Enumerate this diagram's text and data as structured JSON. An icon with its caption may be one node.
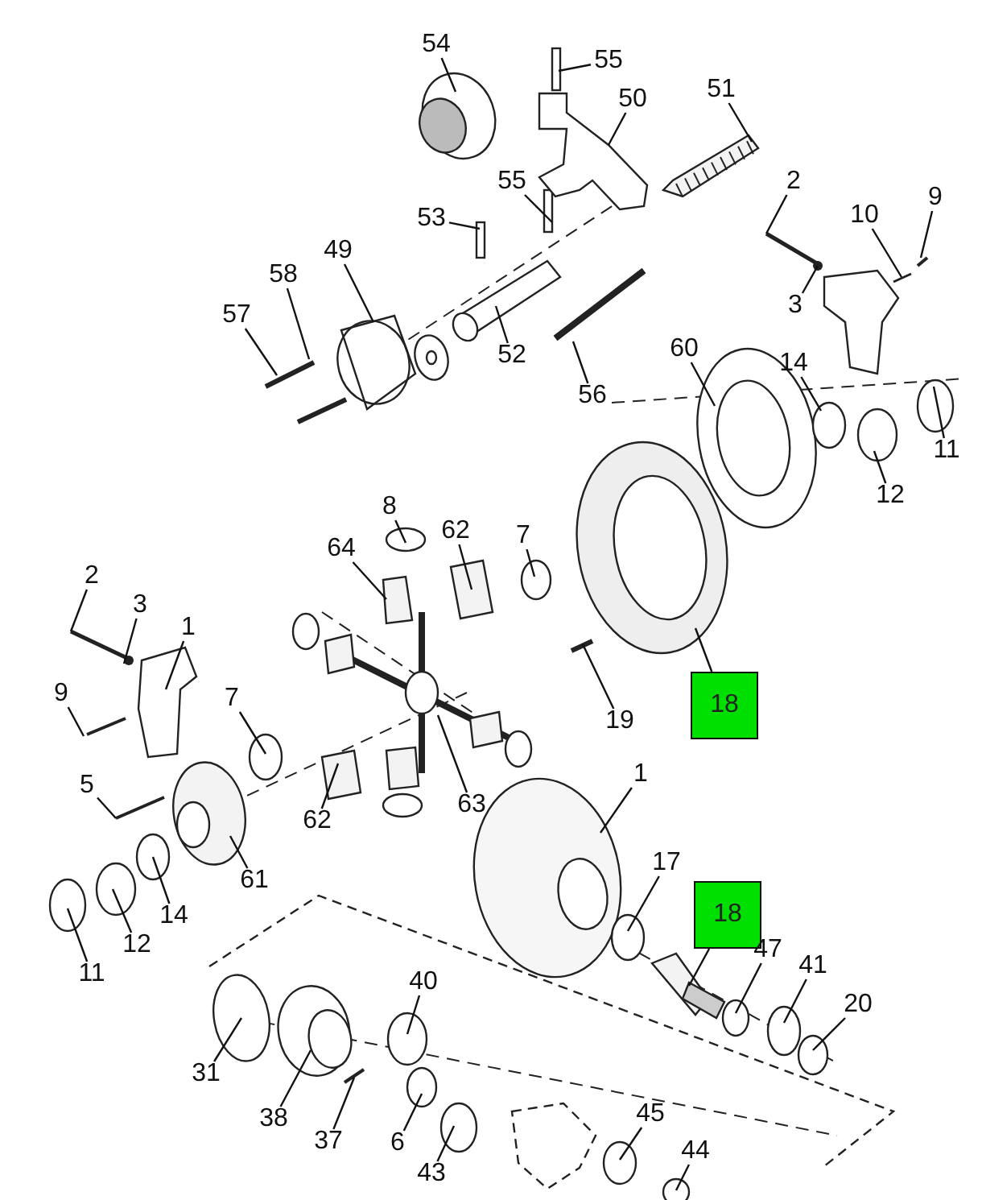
{
  "diagram": {
    "nodes": [
      {
        "text": [
          "54"
        ]
      },
      {
        "text": [
          "55"
        ]
      },
      {
        "text": [
          "51"
        ]
      },
      {
        "text": [
          "50"
        ]
      },
      {
        "text": [
          "2"
        ]
      },
      {
        "text": [
          "55"
        ]
      },
      {
        "text": [
          "9"
        ]
      },
      {
        "text": [
          "10"
        ]
      },
      {
        "text": [
          "53"
        ]
      },
      {
        "text": [
          "49"
        ]
      },
      {
        "text": [
          "58"
        ]
      },
      {
        "text": [
          "3"
        ]
      },
      {
        "text": [
          "57"
        ]
      },
      {
        "text": [
          "60"
        ]
      },
      {
        "text": [
          "52"
        ]
      },
      {
        "text": [
          "14"
        ]
      },
      {
        "text": [
          "56"
        ]
      },
      {
        "text": [
          "11"
        ]
      },
      {
        "text": [
          "12"
        ]
      },
      {
        "text": [
          "8"
        ]
      },
      {
        "text": [
          "62"
        ]
      },
      {
        "text": [
          "7"
        ]
      },
      {
        "text": [
          "64"
        ]
      },
      {
        "text": [
          "2"
        ]
      },
      {
        "text": [
          "3"
        ]
      },
      {
        "text": [
          "1"
        ]
      },
      {
        "text": [
          "18"
        ]
      },
      {
        "text": [
          "9"
        ]
      },
      {
        "text": [
          "7"
        ]
      },
      {
        "text": [
          "19"
        ]
      },
      {
        "text": [
          "5"
        ]
      },
      {
        "text": [
          "1"
        ]
      },
      {
        "text": [
          "63"
        ]
      },
      {
        "text": [
          "62"
        ]
      },
      {
        "text": [
          "17"
        ]
      },
      {
        "text": [
          "61"
        ]
      },
      {
        "text": [
          "18"
        ]
      },
      {
        "text": [
          "14"
        ]
      },
      {
        "text": [
          "12"
        ]
      },
      {
        "text": [
          "47"
        ]
      },
      {
        "text": [
          "11"
        ]
      },
      {
        "text": [
          "41"
        ]
      },
      {
        "text": [
          "40"
        ]
      },
      {
        "text": [
          "20"
        ]
      },
      {
        "text": [
          "31"
        ]
      },
      {
        "text": [
          "45"
        ]
      },
      {
        "text": [
          "38"
        ]
      },
      {
        "text": [
          "37"
        ]
      },
      {
        "text": [
          "6"
        ]
      },
      {
        "text": [
          "44"
        ]
      },
      {
        "text": [
          "43"
        ]
      }
    ],
    "edges": [
      {
        "from": 0,
        "to": null,
        "arrow": "none"
      },
      {
        "from": 1,
        "to": null,
        "arrow": "none"
      },
      {
        "from": 2,
        "to": null,
        "arrow": "none"
      },
      {
        "from": 3,
        "to": null,
        "arrow": "none"
      },
      {
        "from": 4,
        "to": null,
        "arrow": "none"
      },
      {
        "from": 5,
        "to": null,
        "arrow": "none"
      },
      {
        "from": 6,
        "to": null,
        "arrow": "none"
      },
      {
        "from": 7,
        "to": null,
        "arrow": "none"
      },
      {
        "from": 8,
        "to": null,
        "arrow": "none"
      },
      {
        "from": 9,
        "to": null,
        "arrow": "none"
      },
      {
        "from": 10,
        "to": null,
        "arrow": "none"
      },
      {
        "from": 11,
        "to": null,
        "arrow": "none"
      },
      {
        "from": 12,
        "to": null,
        "arrow": "none"
      },
      {
        "from": 13,
        "to": null,
        "arrow": "none"
      },
      {
        "from": 14,
        "to": null,
        "arrow": "none"
      },
      {
        "from": 15,
        "to": null,
        "arrow": "none"
      },
      {
        "from": 16,
        "to": null,
        "arrow": "none"
      },
      {
        "from": 17,
        "to": null,
        "arrow": "none"
      },
      {
        "from": 18,
        "to": null,
        "arrow": "none"
      },
      {
        "from": 19,
        "to": null,
        "arrow": "none"
      },
      {
        "from": 20,
        "to": null,
        "arrow": "none"
      },
      {
        "from": 21,
        "to": null,
        "arrow": "none"
      },
      {
        "from": 22,
        "to": null,
        "arrow": "none"
      },
      {
        "from": 23,
        "to": null,
        "arrow": "none"
      },
      {
        "from": 24,
        "to": null,
        "arrow": "none"
      },
      {
        "from": 25,
        "to": null,
        "arrow": "none"
      },
      {
        "from": 26,
        "to": null,
        "arrow": "none"
      },
      {
        "from": 27,
        "to": null,
        "arrow": "none"
      },
      {
        "from": 28,
        "to": null,
        "arrow": "none"
      },
      {
        "from": 29,
        "to": null,
        "arrow": "none"
      },
      {
        "from": 30,
        "to": null,
        "arrow": "none"
      },
      {
        "from": 31,
        "to": null,
        "arrow": "none"
      },
      {
        "from": 32,
        "to": null,
        "arrow": "none"
      },
      {
        "from": 33,
        "to": null,
        "arrow": "none"
      },
      {
        "from": 34,
        "to": null,
        "arrow": "none"
      },
      {
        "from": 35,
        "to": null,
        "arrow": "none"
      },
      {
        "from": 36,
        "to": null,
        "arrow": "none"
      },
      {
        "from": 37,
        "to": null,
        "arrow": "none"
      },
      {
        "from": 38,
        "to": null,
        "arrow": "none"
      },
      {
        "from": 39,
        "to": null,
        "arrow": "none"
      },
      {
        "from": 40,
        "to": null,
        "arrow": "none"
      },
      {
        "from": 41,
        "to": null,
        "arrow": "none"
      },
      {
        "from": 42,
        "to": null,
        "arrow": "none"
      },
      {
        "from": 43,
        "to": null,
        "arrow": "none"
      },
      {
        "from": 44,
        "to": null,
        "arrow": "none"
      },
      {
        "from": 45,
        "to": null,
        "arrow": "none"
      },
      {
        "from": 46,
        "to": null,
        "arrow": "none"
      },
      {
        "from": 47,
        "to": null,
        "arrow": "none"
      },
      {
        "from": 48,
        "to": null,
        "arrow": "none"
      },
      {
        "from": 49,
        "to": null,
        "arrow": "none"
      },
      {
        "from": 50,
        "to": null,
        "arrow": "none"
      }
    ]
  }
}
